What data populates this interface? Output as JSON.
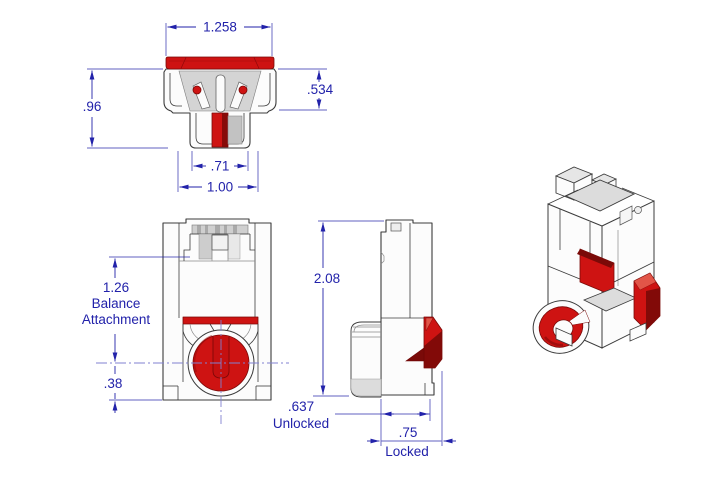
{
  "drawing": {
    "colors": {
      "dimension": "#2222AA",
      "centerline": "#8080D0",
      "outline": "#3B3B3B",
      "part_red": "#CE1312",
      "part_red_dark": "#7A0A08",
      "part_gray": "#D4D4D4",
      "part_gray_light": "#E6E6E6",
      "part_white": "#FCFCFC",
      "background": "#FFFFFF"
    },
    "views": {
      "top": {
        "width": "1.258",
        "side_height": ".534",
        "overall_height": ".96",
        "inner_width": ".71",
        "outer_width": "1.00"
      },
      "front": {
        "balance_value": "1.26",
        "balance_line2": "Balance",
        "balance_line3": "Attachment",
        "base_offset": ".38"
      },
      "side": {
        "overall_height": "2.08",
        "unlocked_value": ".637",
        "unlocked_label": "Unlocked",
        "locked_value": ".75",
        "locked_label": "Locked"
      }
    }
  }
}
